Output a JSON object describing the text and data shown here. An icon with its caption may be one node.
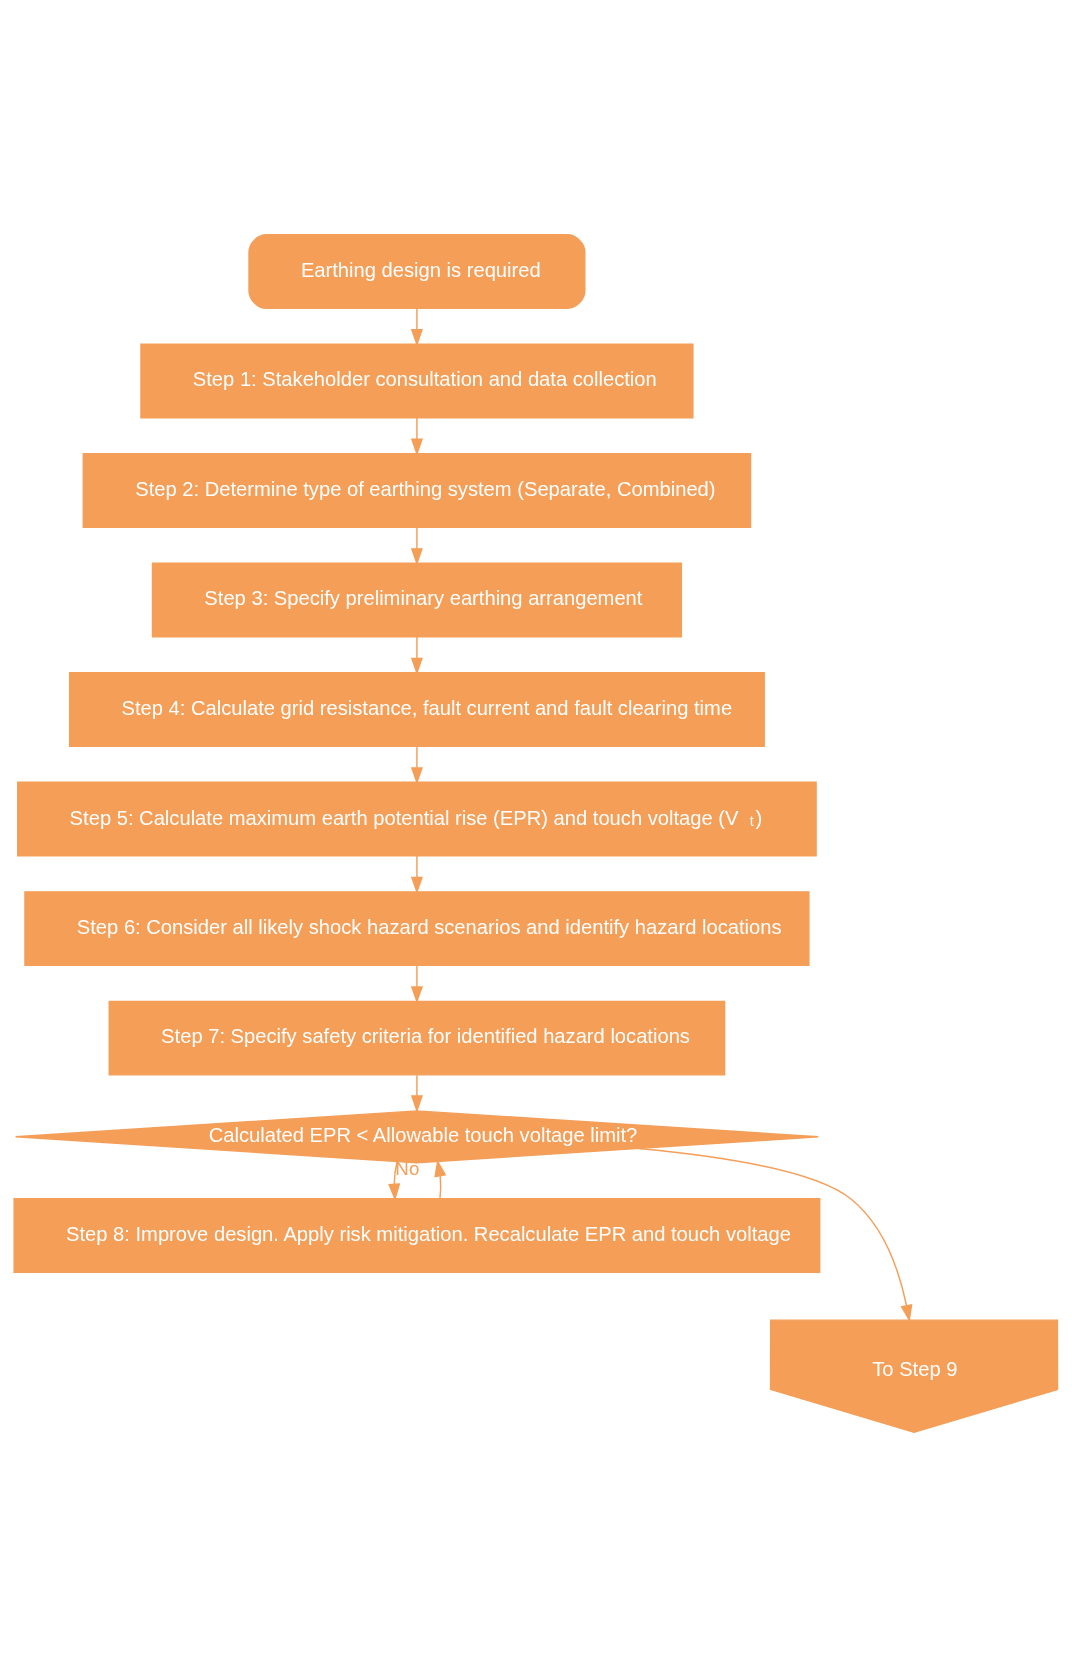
{
  "diagram": {
    "nodes": [
      {
        "text": [
          "Earthing design is required"
        ]
      },
      {
        "text": [
          "Step 1: Stakeholder consultation and data collection"
        ]
      },
      {
        "text": [
          "Step 2: Determine type of earthing system (Separate, Combined)"
        ]
      },
      {
        "text": [
          "Step 3: Specify preliminary earthing arrangement"
        ]
      },
      {
        "text": [
          "Step 4: Calculate grid resistance, fault current and fault clearing time"
        ]
      },
      {
        "text": [
          "Step 5: Calculate maximum earth potential rise (EPR) and touch voltage (V$_{t}$)"
        ]
      },
      {
        "text": [
          "Step 6: Consider all likely shock hazard scenarios and identify hazard locations"
        ]
      },
      {
        "text": [
          "Step 7: Specify safety criteria for identified hazard locations"
        ]
      },
      {
        "text": [
          "Calculated EPR < Allowable touch voltage limit?"
        ]
      },
      {
        "text": [
          "Step 8: Improve design. Apply risk mitigation. Recalculate EPR and touch voltage"
        ]
      },
      {
        "text": [
          "To Step 9"
        ]
      }
    ],
    "edges": [
      {
        "from": 0,
        "to": 1,
        "arrow": "to"
      },
      {
        "from": 1,
        "to": 2,
        "arrow": "to"
      },
      {
        "from": 2,
        "to": 3,
        "arrow": "to"
      },
      {
        "from": 3,
        "to": 4,
        "arrow": "to"
      },
      {
        "from": 4,
        "to": 5,
        "arrow": "to"
      },
      {
        "from": 5,
        "to": 6,
        "arrow": "to"
      },
      {
        "from": 6,
        "to": 7,
        "arrow": "to"
      },
      {
        "from": 7,
        "to": 8,
        "arrow": "to"
      },
      {
        "from": 8,
        "to": 9,
        "arrow": "to",
        "label": "No"
      },
      {
        "from": 9,
        "to": 8,
        "arrow": "to"
      },
      {
        "from": 8,
        "to": 10,
        "arrow": "to"
      }
    ]
  }
}
